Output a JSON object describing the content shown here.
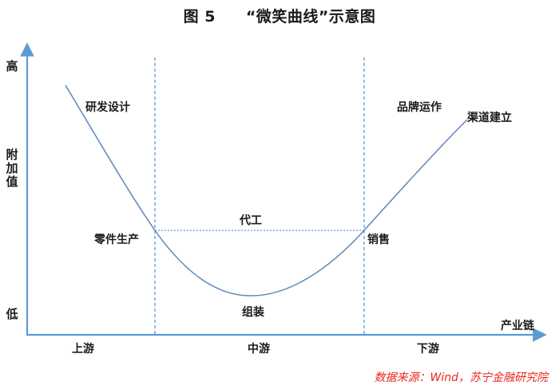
{
  "title": {
    "figure_no": "图 5",
    "text": "“微笑曲线”示意图"
  },
  "axes": {
    "y": {
      "label": "附加值",
      "high": "高",
      "low": "低"
    },
    "x": {
      "label": "产业链",
      "segments": [
        "上游",
        "中游",
        "下游"
      ]
    }
  },
  "stages": {
    "rd": "研发设计",
    "parts": "零件生产",
    "oem": "代工",
    "assembly": "组装",
    "sales": "销售",
    "brand": "品牌运作",
    "channel": "渠道建立"
  },
  "colors": {
    "axis": "#5b9bd5",
    "curve": "#5b87b8",
    "guide": "#5b9bd5",
    "source": "#e8261c"
  },
  "source": "数据来源：Wind，苏宁金融研究院",
  "chart_data": {
    "type": "line",
    "title": "“微笑曲线”示意图",
    "xlabel": "产业链",
    "ylabel": "附加值",
    "x_categories": [
      "上游",
      "中游",
      "下游"
    ],
    "y_range_labels": [
      "低",
      "高"
    ],
    "series": [
      {
        "name": "微笑曲线",
        "points": [
          {
            "stage": "研发设计",
            "position": "上游",
            "value": "高"
          },
          {
            "stage": "零件生产",
            "position": "上游/中游边界",
            "value": "中"
          },
          {
            "stage": "代工",
            "position": "中游",
            "value": "中"
          },
          {
            "stage": "组装",
            "position": "中游",
            "value": "低"
          },
          {
            "stage": "销售",
            "position": "中游/下游边界",
            "value": "中"
          },
          {
            "stage": "品牌运作",
            "position": "下游",
            "value": "高"
          },
          {
            "stage": "渠道建立",
            "position": "下游",
            "value": "高"
          }
        ]
      }
    ],
    "grid": false
  }
}
